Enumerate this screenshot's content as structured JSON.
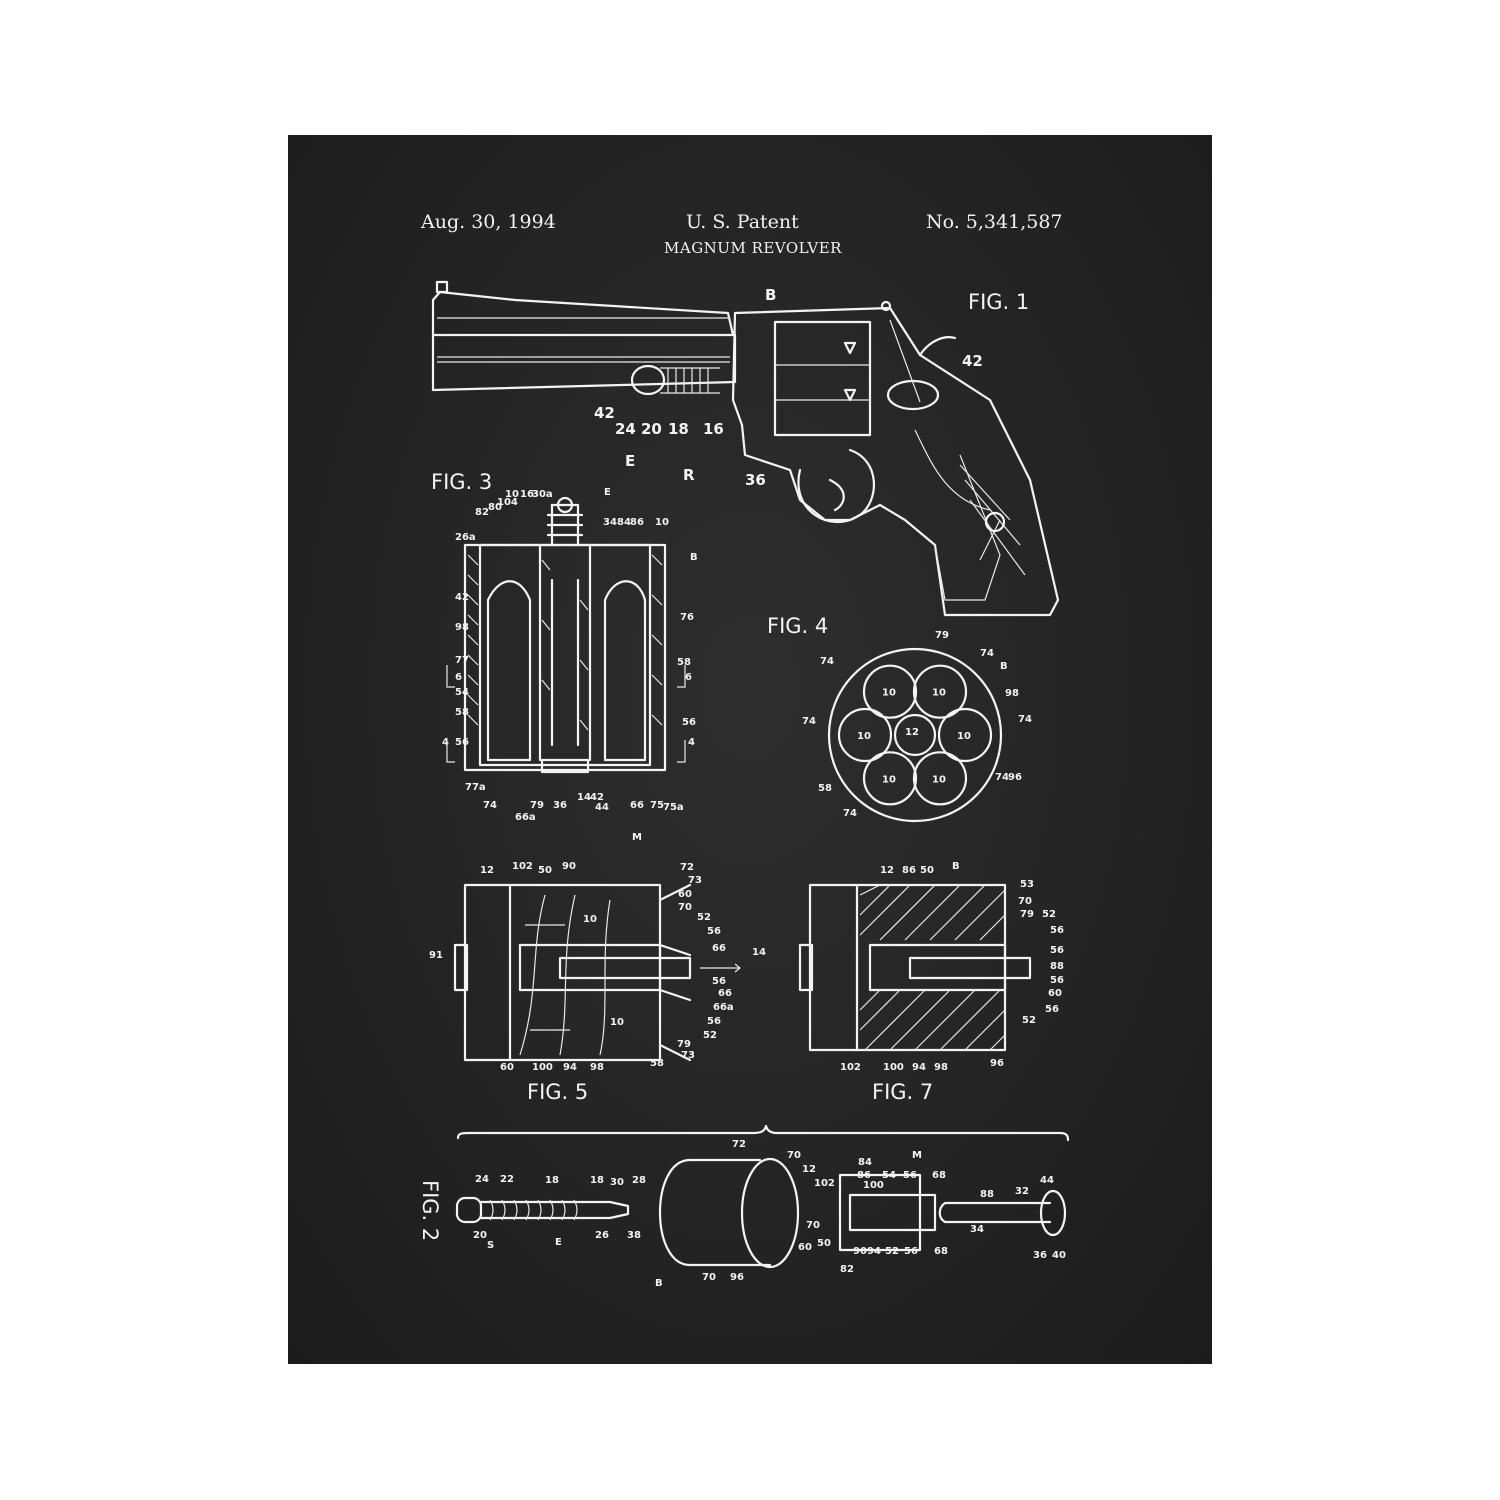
{
  "header": {
    "date": "Aug. 30, 1994",
    "office": "U. S. Patent",
    "title": "MAGNUM REVOLVER",
    "number": "No. 5,341,587"
  },
  "figures": {
    "fig1": {
      "label": "FIG. 1",
      "callouts": [
        "B",
        "42",
        "42",
        "24",
        "20",
        "18",
        "16",
        "E",
        "R",
        "36"
      ]
    },
    "fig3": {
      "label": "FIG. 3",
      "callouts": [
        "16",
        "30a",
        "10",
        "104",
        "80",
        "82",
        "26a",
        "42",
        "98",
        "77",
        "6",
        "54",
        "58",
        "56",
        "4",
        "77a",
        "74",
        "66a",
        "79",
        "36",
        "14",
        "44",
        "42",
        "66",
        "75",
        "75a",
        "M",
        "E",
        "34",
        "84",
        "86",
        "10",
        "B",
        "76",
        "58",
        "56",
        "6",
        "4"
      ]
    },
    "fig4": {
      "label": "FIG. 4",
      "callouts": [
        "79",
        "74",
        "74",
        "B",
        "98",
        "74",
        "74",
        "12",
        "58",
        "74",
        "96",
        "74"
      ],
      "chambers": [
        "10",
        "10",
        "10",
        "10",
        "10",
        "10"
      ]
    },
    "fig5": {
      "label": "FIG. 5",
      "callouts": [
        "12",
        "102",
        "50",
        "90",
        "72",
        "73",
        "60",
        "70",
        "52",
        "56",
        "66",
        "14",
        "91",
        "56",
        "66",
        "66a",
        "56",
        "52",
        "79",
        "73",
        "58",
        "60",
        "100",
        "94",
        "98"
      ],
      "chambers": [
        "10",
        "10"
      ]
    },
    "fig7": {
      "label": "FIG. 7",
      "callouts": [
        "12",
        "86",
        "50",
        "B",
        "53",
        "70",
        "79",
        "52",
        "56",
        "56",
        "88",
        "56",
        "60",
        "56",
        "52",
        "102",
        "100",
        "94",
        "98",
        "96"
      ]
    },
    "fig2": {
      "label": "FIG. 2",
      "callouts": [
        "24",
        "22",
        "18",
        "18",
        "30",
        "28",
        "20",
        "S",
        "26",
        "38",
        "E",
        "72",
        "70",
        "12",
        "B",
        "70",
        "96",
        "60",
        "70",
        "84",
        "86",
        "54",
        "56",
        "68",
        "M",
        "102",
        "100",
        "50",
        "52",
        "56",
        "68",
        "90",
        "94",
        "82",
        "88",
        "32",
        "44",
        "34",
        "36",
        "40"
      ]
    }
  },
  "colors": {
    "board": "#242424",
    "chalk": "#f4f4f4"
  }
}
